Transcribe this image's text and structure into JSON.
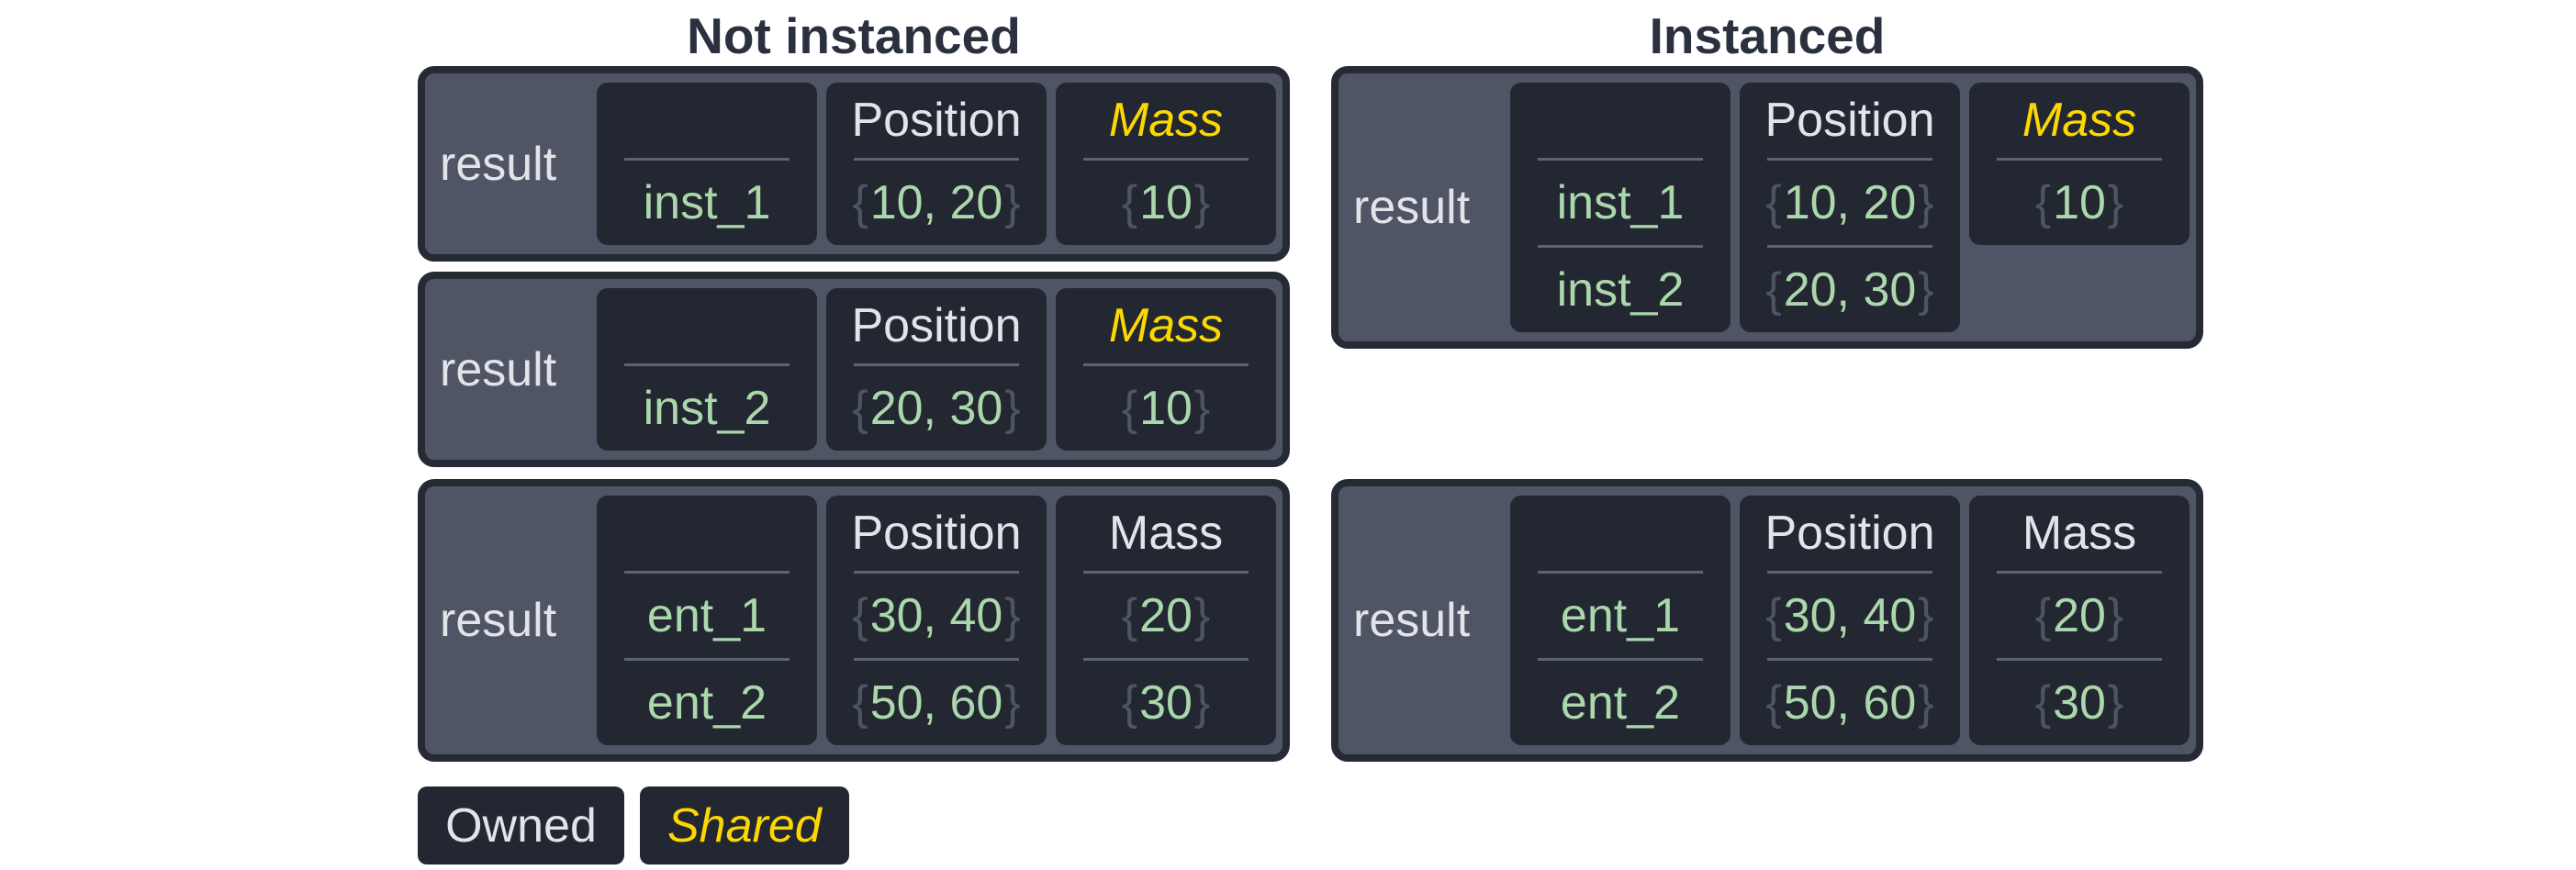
{
  "colors": {
    "panel_gray": "#4f5565",
    "panel_border": "#262a34",
    "cell_dark": "#232731",
    "separator": "#5c6372",
    "text_light": "#e2e4e9",
    "value_green": "#abd7ac",
    "brace_gray": "#4d5464",
    "shared_yellow": "#fcd800",
    "title_dark": "#2a303e"
  },
  "titles": {
    "left": "Not instanced",
    "right": "Instanced"
  },
  "boxes": [
    {
      "row_label": "result",
      "cells": [
        {
          "header": "",
          "style": "owned",
          "rows": [
            {
              "text": "inst_1"
            }
          ]
        },
        {
          "header": "Position",
          "style": "owned",
          "rows": [
            {
              "open": "{",
              "text": "10, 20",
              "close": "}"
            }
          ]
        },
        {
          "header": "Mass",
          "style": "shared",
          "rows": [
            {
              "open": "{",
              "text": "10",
              "close": "}"
            }
          ]
        }
      ]
    },
    {
      "row_label": "result",
      "cells": [
        {
          "header": "",
          "style": "owned",
          "rows": [
            {
              "text": "inst_2"
            }
          ]
        },
        {
          "header": "Position",
          "style": "owned",
          "rows": [
            {
              "open": "{",
              "text": "20, 30",
              "close": "}"
            }
          ]
        },
        {
          "header": "Mass",
          "style": "shared",
          "rows": [
            {
              "open": "{",
              "text": "10",
              "close": "}"
            }
          ]
        }
      ]
    },
    {
      "row_label": "result",
      "cells": [
        {
          "header": "",
          "style": "owned",
          "rows": [
            {
              "text": "ent_1"
            },
            {
              "text": "ent_2"
            }
          ]
        },
        {
          "header": "Position",
          "style": "owned",
          "rows": [
            {
              "open": "{",
              "text": "30, 40",
              "close": "}"
            },
            {
              "open": "{",
              "text": "50, 60",
              "close": "}"
            }
          ]
        },
        {
          "header": "Mass",
          "style": "owned",
          "rows": [
            {
              "open": "{",
              "text": "20",
              "close": "}"
            },
            {
              "open": "{",
              "text": "30",
              "close": "}"
            }
          ]
        }
      ]
    },
    {
      "row_label": "result",
      "cells": [
        {
          "header": "",
          "style": "owned",
          "rows": [
            {
              "text": "inst_1"
            },
            {
              "text": "inst_2"
            }
          ]
        },
        {
          "header": "Position",
          "style": "owned",
          "rows": [
            {
              "open": "{",
              "text": "10, 20",
              "close": "}"
            },
            {
              "open": "{",
              "text": "20, 30",
              "close": "}"
            }
          ]
        },
        {
          "header": "Mass",
          "style": "shared",
          "rows": [
            {
              "open": "{",
              "text": "10",
              "close": "}"
            }
          ]
        }
      ]
    },
    {
      "row_label": "result",
      "cells": [
        {
          "header": "",
          "style": "owned",
          "rows": [
            {
              "text": "ent_1"
            },
            {
              "text": "ent_2"
            }
          ]
        },
        {
          "header": "Position",
          "style": "owned",
          "rows": [
            {
              "open": "{",
              "text": "30, 40",
              "close": "}"
            },
            {
              "open": "{",
              "text": "50, 60",
              "close": "}"
            }
          ]
        },
        {
          "header": "Mass",
          "style": "owned",
          "rows": [
            {
              "open": "{",
              "text": "20",
              "close": "}"
            },
            {
              "open": "{",
              "text": "30",
              "close": "}"
            }
          ]
        }
      ]
    }
  ],
  "legend": {
    "items": [
      {
        "label": "Owned",
        "style": "owned"
      },
      {
        "label": "Shared",
        "style": "shared"
      }
    ]
  }
}
